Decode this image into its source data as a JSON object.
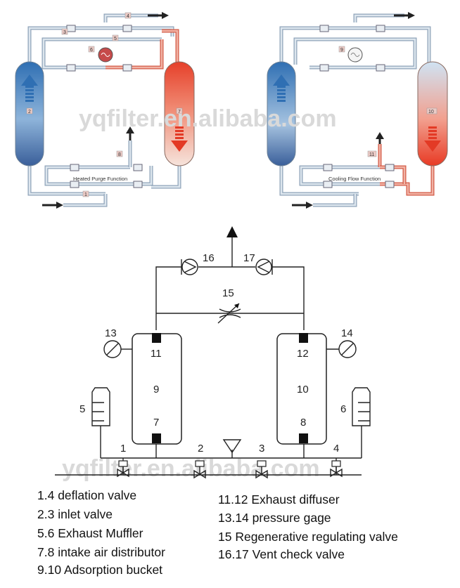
{
  "diagram_left": {
    "function_label": "Heated Purge Function",
    "tags": [
      "1",
      "2",
      "3",
      "4",
      "5",
      "6",
      "7",
      "8"
    ]
  },
  "diagram_right": {
    "function_label": "Cooling Flow Function",
    "tags": [
      "9",
      "10",
      "11"
    ]
  },
  "schematic": {
    "labels": {
      "n1": "1",
      "n2": "2",
      "n3": "3",
      "n4": "4",
      "n5": "5",
      "n6": "6",
      "n7": "7",
      "n8": "8",
      "n9": "9",
      "n10": "10",
      "n11": "11",
      "n12": "12",
      "n13": "13",
      "n14": "14",
      "n15": "15",
      "n16": "16",
      "n17": "17"
    }
  },
  "watermark": "yqfilter.en.alibaba.com",
  "legend": [
    "1.4 deflation valve",
    "2.3 inlet valve",
    "5.6  Exhaust Muffler",
    "7.8 intake air distributor",
    "9.10 Adsorption bucket",
    "11.12 Exhaust diffuser",
    "13.14 pressure gage",
    "15 Regenerative regulating valve",
    "16.17 Vent check valve"
  ],
  "colors": {
    "pipe_blue": "#8fa3b8",
    "pipe_red": "#d35a45",
    "tank_blue": "#2e6db0",
    "tank_red": "#e8402a"
  }
}
